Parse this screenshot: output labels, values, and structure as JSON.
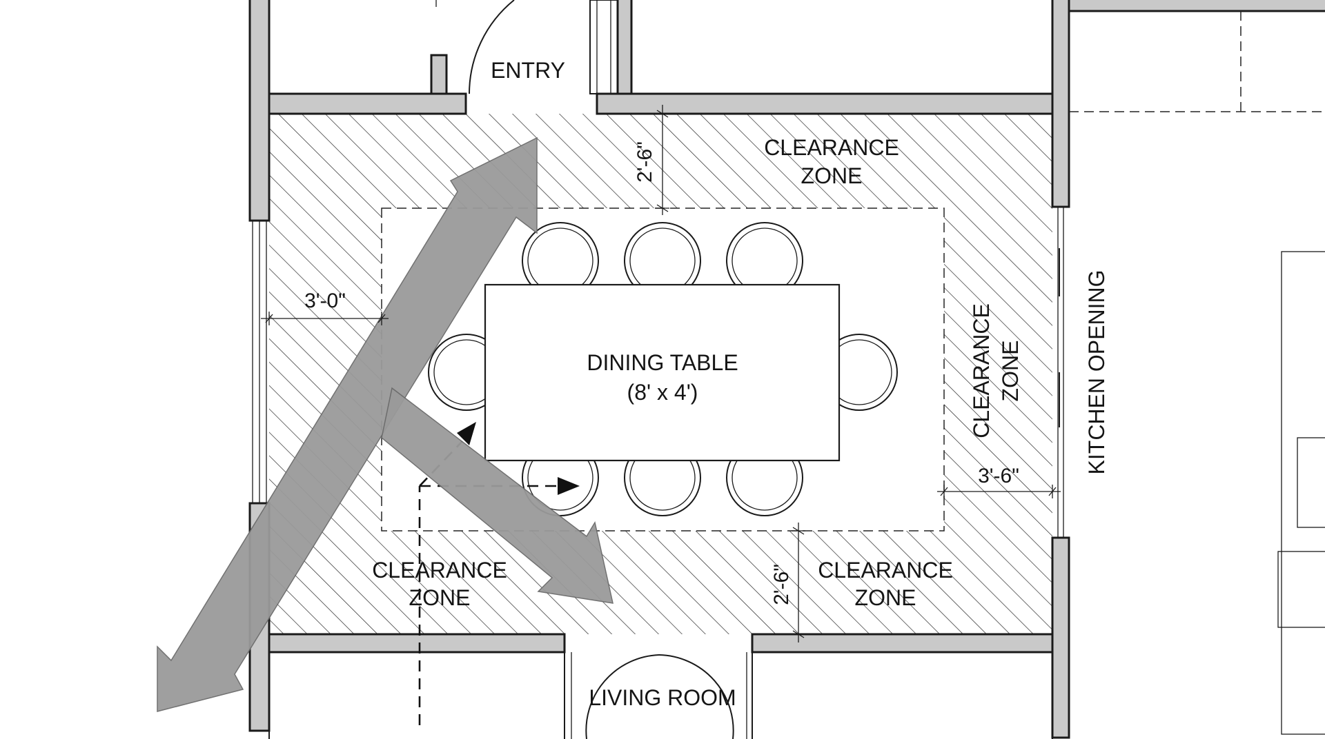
{
  "labels": {
    "entry": "ENTRY",
    "living_room": "LIVING ROOM",
    "kitchen_opening": "KITCHEN OPENING",
    "table_name": "DINING TABLE",
    "table_size": "(8' x 4')",
    "clearance_line1": "CLEARANCE",
    "clearance_line2": "ZONE"
  },
  "dimensions": {
    "top": "2'-6\"",
    "bottom": "2'-6\"",
    "left": "3'-0\"",
    "right": "3'-6\""
  },
  "colors": {
    "wall_fill": "#c9c9c9",
    "line": "#1a1a1a",
    "arrow_fill": "#9a9a9a"
  }
}
